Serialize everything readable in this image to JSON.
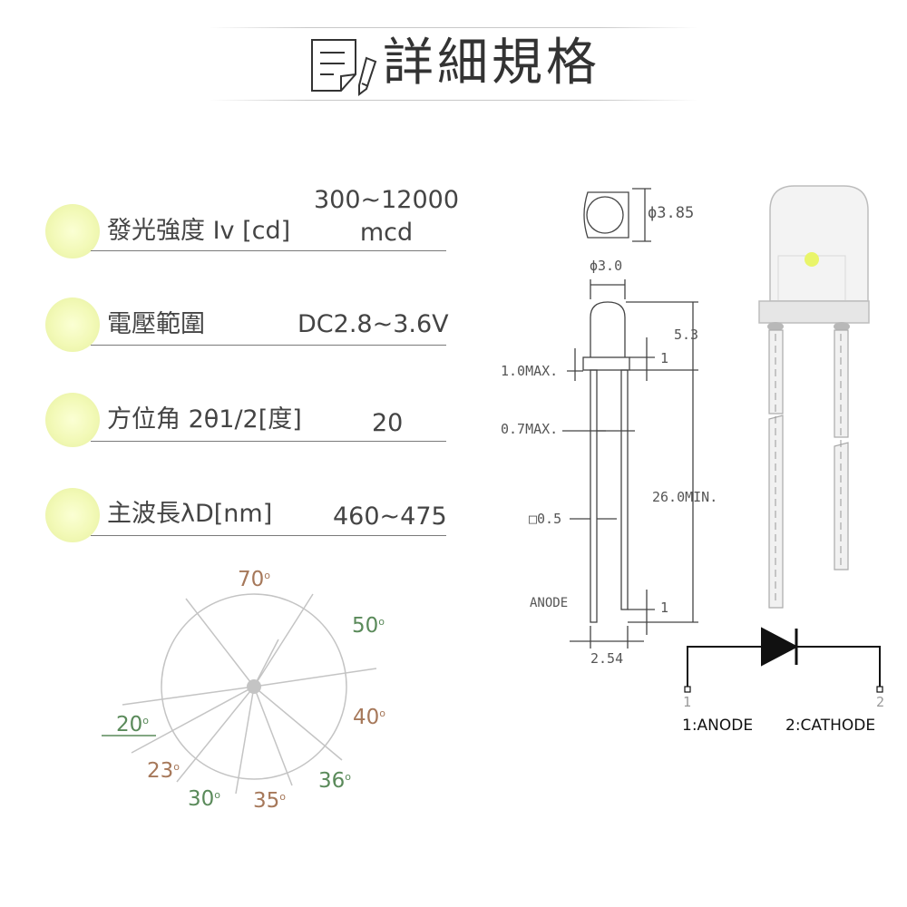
{
  "header": {
    "title": "詳細規格",
    "icon": "document-pencil-icon"
  },
  "specs": [
    {
      "label": "發光強度 Iv [cd]",
      "value_line1": "300~12000",
      "value_line2": "mcd"
    },
    {
      "label": "電壓範圍",
      "value": "DC2.8~3.6V"
    },
    {
      "label": "方位角 2θ1/2[度]",
      "value": "20"
    },
    {
      "label": "主波長λD[nm]",
      "value": "460~475"
    }
  ],
  "angles": [
    {
      "label": "70",
      "color": "#a6785a"
    },
    {
      "label": "50",
      "color": "#5a8a5a"
    },
    {
      "label": "40",
      "color": "#a6785a"
    },
    {
      "label": "36",
      "color": "#5a8a5a"
    },
    {
      "label": "35",
      "color": "#a6785a"
    },
    {
      "label": "30",
      "color": "#5a8a5a"
    },
    {
      "label": "23",
      "color": "#a6785a"
    },
    {
      "label": "20",
      "color": "#5a8a5a"
    }
  ],
  "drawing": {
    "diameter_outer": "ϕ3.85",
    "diameter_body": "ϕ3.0",
    "height_dome": "5.3",
    "flange_max": "1.0MAX.",
    "flange_gap": "1",
    "lead_bend_max": "0.7MAX.",
    "lead_length": "26.0MIN.",
    "lead_square": "□0.5",
    "anode_label": "ANODE",
    "lead_diff": "1",
    "pitch": "2.54"
  },
  "schematic": {
    "pin1_number": "1",
    "pin2_number": "2",
    "pin1_label": "1:ANODE",
    "pin2_label": "2:CATHODE"
  },
  "colors": {
    "dot": "#f2f9b6",
    "led_glow": "#e9f56a"
  }
}
